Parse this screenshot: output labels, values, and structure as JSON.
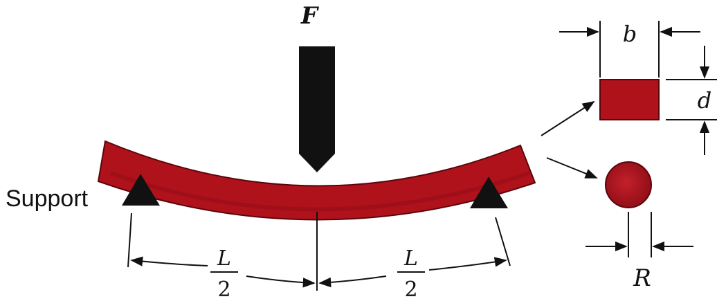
{
  "labels": {
    "force": "F",
    "support": "Support",
    "width": "b",
    "depth": "d",
    "radius": "R",
    "half_span_numerator": "L",
    "half_span_denominator": "2"
  },
  "colors": {
    "specimen_fill": "#b0121c",
    "specimen_dark": "#7e0a12",
    "specimen_edge": "#5a050b",
    "ink": "#111111"
  },
  "icons": {
    "load_applicator": "downward-pointed-bar",
    "support": "black-triangle"
  }
}
